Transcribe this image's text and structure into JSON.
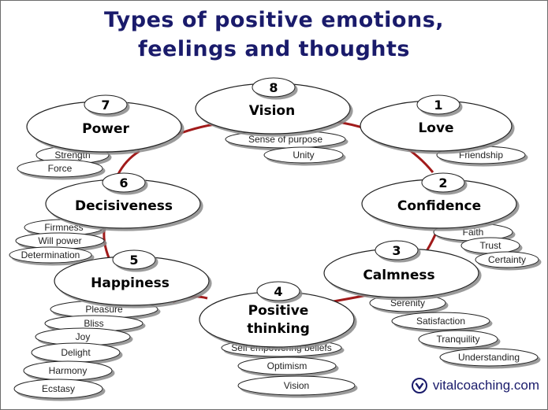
{
  "title": {
    "line1": "Types of positive emotions,",
    "line2": "feelings and thoughts"
  },
  "nodes": [
    {
      "id": "love",
      "number": "1",
      "label": "Love",
      "subitems": [
        "Friendship"
      ]
    },
    {
      "id": "confidence",
      "number": "2",
      "label": "Confidence",
      "subitems": [
        "Faith",
        "Trust",
        "Certainty"
      ]
    },
    {
      "id": "calmness",
      "number": "3",
      "label": "Calmness",
      "subitems": [
        "Serenity",
        "Satisfaction",
        "Tranquility",
        "Understanding"
      ]
    },
    {
      "id": "positive-thinking",
      "number": "4",
      "label": "Positive thinking",
      "label_lines": [
        "Positive",
        "thinking"
      ],
      "subitems": [
        "Self empowering beliefs",
        "Optimism",
        "Vision"
      ]
    },
    {
      "id": "happiness",
      "number": "5",
      "label": "Happiness",
      "subitems": [
        "Pleasure",
        "Bliss",
        "Joy",
        "Delight",
        "Harmony",
        "Ecstasy"
      ]
    },
    {
      "id": "decisiveness",
      "number": "6",
      "label": "Decisiveness",
      "subitems": [
        "Firmness",
        "Will power",
        "Determination"
      ]
    },
    {
      "id": "power",
      "number": "7",
      "label": "Power",
      "subitems": [
        "Strength",
        "Force"
      ]
    },
    {
      "id": "vision",
      "number": "8",
      "label": "Vision",
      "subitems": [
        "Sense of purpose",
        "Unity"
      ]
    }
  ],
  "connector_color": "#a11a1a",
  "brand": {
    "text": "vitalcoaching.com",
    "icon": "v-circle-logo-icon",
    "color": "#1a1b6b"
  }
}
